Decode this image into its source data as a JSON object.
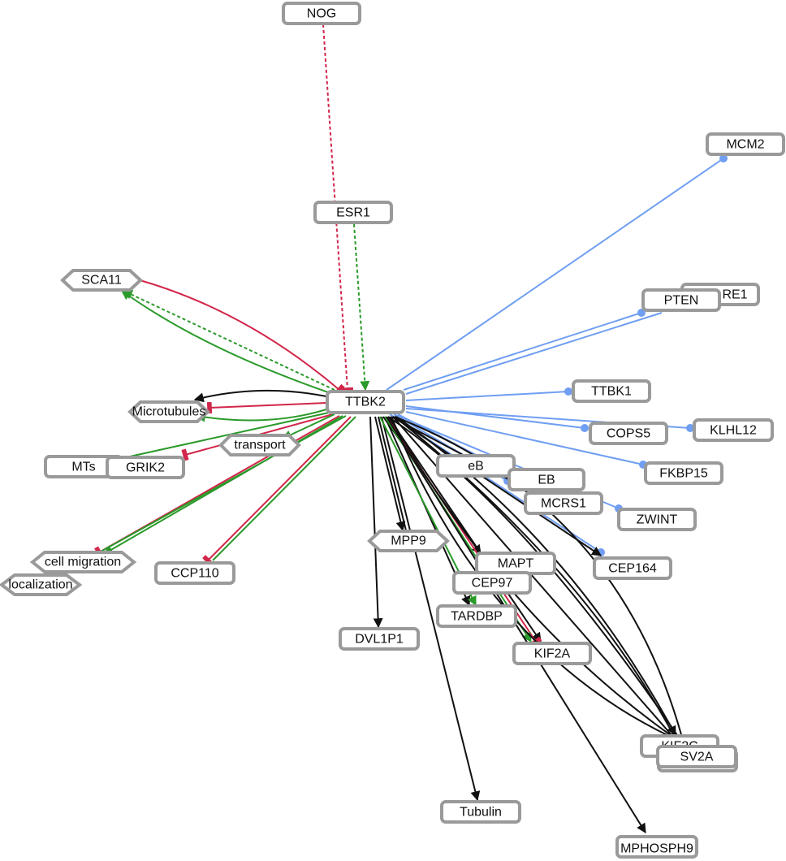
{
  "colors": {
    "activation": "#2a9a2a",
    "inhibition": "#d2264a",
    "binding": "#6f9ef2",
    "regulation": "#111111",
    "node_border": "#9a9a9a"
  },
  "nodes": [
    {
      "id": "NOG",
      "label": "NOG",
      "shape": "box"
    },
    {
      "id": "MCM2",
      "label": "MCM2",
      "shape": "box"
    },
    {
      "id": "ESR1",
      "label": "ESR1",
      "shape": "box"
    },
    {
      "id": "SCA11",
      "label": "SCA11",
      "shape": "hexagon"
    },
    {
      "id": "RE1",
      "label": "RE1",
      "shape": "box"
    },
    {
      "id": "PTEN",
      "label": "PTEN",
      "shape": "box"
    },
    {
      "id": "TTBK1",
      "label": "TTBK1",
      "shape": "box"
    },
    {
      "id": "TTBK2",
      "label": "TTBK2",
      "shape": "box"
    },
    {
      "id": "Microtubules",
      "label": "Microtubules",
      "shape": "hexagon"
    },
    {
      "id": "COPS5",
      "label": "COPS5",
      "shape": "box"
    },
    {
      "id": "KLHL12",
      "label": "KLHL12",
      "shape": "box"
    },
    {
      "id": "transport",
      "label": "transport",
      "shape": "hexagon"
    },
    {
      "id": "MTs",
      "label": "MTs",
      "shape": "box"
    },
    {
      "id": "GRIK2",
      "label": "GRIK2",
      "shape": "box"
    },
    {
      "id": "eB",
      "label": "eB",
      "shape": "box"
    },
    {
      "id": "FKBP15",
      "label": "FKBP15",
      "shape": "box"
    },
    {
      "id": "EB",
      "label": "EB",
      "shape": "box"
    },
    {
      "id": "MCRS1",
      "label": "MCRS1",
      "shape": "box"
    },
    {
      "id": "ZWINT",
      "label": "ZWINT",
      "shape": "box"
    },
    {
      "id": "MPP9",
      "label": "MPP9",
      "shape": "hexagon"
    },
    {
      "id": "cellmigration",
      "label": "cell migration",
      "shape": "hexagon"
    },
    {
      "id": "CCP110",
      "label": "CCP110",
      "shape": "box"
    },
    {
      "id": "MAPT",
      "label": "MAPT",
      "shape": "box"
    },
    {
      "id": "CEP164",
      "label": "CEP164",
      "shape": "box"
    },
    {
      "id": "localization",
      "label": "localization",
      "shape": "hexagon"
    },
    {
      "id": "CEP97",
      "label": "CEP97",
      "shape": "box"
    },
    {
      "id": "TARDBP",
      "label": "TARDBP",
      "shape": "box"
    },
    {
      "id": "DVL1P1",
      "label": "DVL1P1",
      "shape": "box"
    },
    {
      "id": "KIF2A",
      "label": "KIF2A",
      "shape": "box"
    },
    {
      "id": "KIF2C",
      "label": "KIF2C",
      "shape": "box"
    },
    {
      "id": "SV2A",
      "label": "SV2A",
      "shape": "box"
    },
    {
      "id": "Tubulin",
      "label": "Tubulin",
      "shape": "box"
    },
    {
      "id": "MPHOSPH9",
      "label": "MPHOSPH9",
      "shape": "box"
    }
  ],
  "edges": [
    {
      "from": "NOG",
      "to": "TTBK2",
      "type": "inhibition",
      "style": "dashed"
    },
    {
      "from": "ESR1",
      "to": "TTBK2",
      "type": "activation",
      "style": "dashed"
    },
    {
      "from": "MCM2",
      "to": "TTBK2",
      "type": "binding",
      "style": "solid"
    },
    {
      "from": "PTEN",
      "to": "TTBK2",
      "type": "binding",
      "style": "solid"
    },
    {
      "from": "RE1",
      "to": "TTBK2",
      "type": "binding",
      "style": "solid"
    },
    {
      "from": "TTBK1",
      "to": "TTBK2",
      "type": "binding",
      "style": "solid"
    },
    {
      "from": "COPS5",
      "to": "TTBK2",
      "type": "binding",
      "style": "solid"
    },
    {
      "from": "KLHL12",
      "to": "TTBK2",
      "type": "binding",
      "style": "solid"
    },
    {
      "from": "FKBP15",
      "to": "TTBK2",
      "type": "binding",
      "style": "solid"
    },
    {
      "from": "eB",
      "to": "TTBK2",
      "type": "binding",
      "style": "solid"
    },
    {
      "from": "EB",
      "to": "TTBK2",
      "type": "binding",
      "style": "solid"
    },
    {
      "from": "ZWINT",
      "to": "TTBK2",
      "type": "binding",
      "style": "solid"
    },
    {
      "from": "CEP164",
      "to": "TTBK2",
      "type": "binding",
      "style": "solid"
    },
    {
      "from": "SCA11",
      "to": "TTBK2",
      "type": "inhibition",
      "style": "solid"
    },
    {
      "from": "TTBK2",
      "to": "SCA11",
      "type": "activation",
      "style": "solid"
    },
    {
      "from": "TTBK2",
      "to": "SCA11",
      "type": "activation",
      "style": "dashed"
    },
    {
      "from": "TTBK2",
      "to": "Microtubules",
      "type": "regulation",
      "style": "solid"
    },
    {
      "from": "TTBK2",
      "to": "Microtubules",
      "type": "inhibition",
      "style": "solid"
    },
    {
      "from": "TTBK2",
      "to": "Microtubules",
      "type": "activation",
      "style": "solid"
    },
    {
      "from": "TTBK2",
      "to": "MTs",
      "type": "activation",
      "style": "solid"
    },
    {
      "from": "TTBK2",
      "to": "GRIK2",
      "type": "inhibition",
      "style": "solid"
    },
    {
      "from": "TTBK2",
      "to": "transport",
      "type": "activation",
      "style": "solid"
    },
    {
      "from": "TTBK2",
      "to": "cellmigration",
      "type": "inhibition",
      "style": "solid"
    },
    {
      "from": "TTBK2",
      "to": "cellmigration",
      "type": "activation",
      "style": "solid"
    },
    {
      "from": "TTBK2",
      "to": "localization",
      "type": "activation",
      "style": "solid"
    },
    {
      "from": "TTBK2",
      "to": "CCP110",
      "type": "inhibition",
      "style": "solid"
    },
    {
      "from": "TTBK2",
      "to": "CCP110",
      "type": "activation",
      "style": "solid"
    },
    {
      "from": "TTBK2",
      "to": "DVL1P1",
      "type": "regulation",
      "style": "solid"
    },
    {
      "from": "TTBK2",
      "to": "MPP9",
      "type": "regulation",
      "style": "solid"
    },
    {
      "from": "TTBK2",
      "to": "Tubulin",
      "type": "regulation",
      "style": "solid"
    },
    {
      "from": "TTBK2",
      "to": "MAPT",
      "type": "regulation",
      "style": "solid"
    },
    {
      "from": "TTBK2",
      "to": "CEP97",
      "type": "regulation",
      "style": "solid"
    },
    {
      "from": "TTBK2",
      "to": "TARDBP",
      "type": "regulation",
      "style": "solid"
    },
    {
      "from": "TTBK2",
      "to": "KIF2A",
      "type": "regulation",
      "style": "solid"
    },
    {
      "from": "TTBK2",
      "to": "KIF2A",
      "type": "inhibition",
      "style": "solid"
    },
    {
      "from": "TTBK2",
      "to": "KIF2A",
      "type": "activation",
      "style": "solid"
    },
    {
      "from": "TTBK2",
      "to": "MCRS1",
      "type": "regulation",
      "style": "solid"
    },
    {
      "from": "TTBK2",
      "to": "CEP164",
      "type": "regulation",
      "style": "solid"
    },
    {
      "from": "TTBK2",
      "to": "KIF2C",
      "type": "regulation",
      "style": "solid"
    },
    {
      "from": "TTBK2",
      "to": "SV2A",
      "type": "regulation",
      "style": "solid"
    },
    {
      "from": "TTBK2",
      "to": "MPHOSPH9",
      "type": "regulation",
      "style": "solid"
    }
  ]
}
